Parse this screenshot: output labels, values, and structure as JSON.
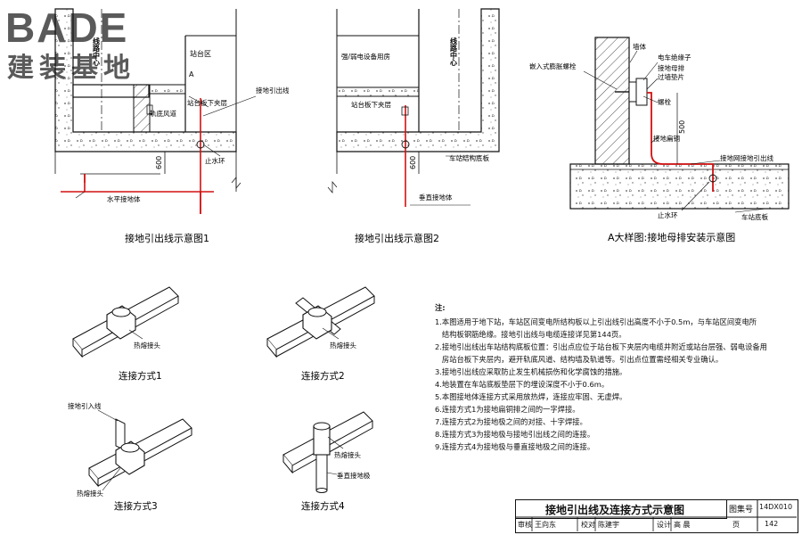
{
  "logo": {
    "main": "BADE",
    "sub": "建装基地"
  },
  "fig1": {
    "title": "接地引出线示意图1",
    "labels": {
      "line_center": "线路中心",
      "platform": "站台区",
      "marker_a": "A",
      "platform_lower": "站台板下夹层",
      "duct": "轨底风道",
      "water_stop": "止水环",
      "ground_lead": "接地引出线",
      "horizontal": "水平接地体",
      "dim": "600"
    }
  },
  "fig2": {
    "title": "接地引出线示意图2",
    "labels": {
      "room": "强/弱电设备用房",
      "line_center": "线路中心",
      "platform_lower": "站台板下夹层",
      "base": "车站结构底板",
      "vertical": "垂直接地体",
      "dim": "600"
    }
  },
  "fig3": {
    "title": "A大样图:接地母排安装示意图",
    "labels": {
      "anchor": "嵌入式膨胀螺栓",
      "wall": "墙体",
      "terminal": "电车绝缘子",
      "bus": "接地母排",
      "pad": "过墙垫片",
      "bolt": "螺栓",
      "cu": "接地扁铜",
      "dim": "500",
      "lead": "接地网接地引出线",
      "ring": "止水环",
      "base": "车站底板"
    }
  },
  "conn": [
    {
      "title": "连接方式1",
      "label": "热熔接头"
    },
    {
      "title": "连接方式2",
      "label": "热熔接头"
    },
    {
      "title": "连接方式3",
      "label": "热熔接头",
      "label2": "接地引入线"
    },
    {
      "title": "连接方式4",
      "label": "热熔接头",
      "label2": "垂直接地极"
    }
  ],
  "notes": {
    "title": "注:",
    "items": [
      "1.本图适用于地下站，车站区间变电所结构板以上引出线引出高度不小于0.5m，与车站区间变电所",
      "   结构板钢筋绝缘。接地引出线与电缆连接详见第144页。",
      "2.接地引出线出车站结构底板位置：引出点应位于站台板下夹层内电缆井附近或站台层强、弱电设备用",
      "   房站台板下夹层内，避开轨底风道、结构墙及轨道等。引出点位置需经相关专业确认。",
      "3.接地引出线应采取防止发生机械损伤和化学腐蚀的措施。",
      "4.地装置在车站底板垫层下的埋设深度不小于0.6m。",
      "5.本图接地体连接方式采用放热焊，连接应牢固、无虚焊。",
      "6.连接方式1为接地扁铜排之间的一字焊接。",
      "7.连接方式2为接地极之间的对接、十字焊接。",
      "8.连接方式3为接地极与接地引出线之间的连接。",
      "9.连接方式4为接地极与垂直接地极之间的连接。"
    ]
  },
  "titleblock": {
    "title": "接地引出线及连接方式示意图",
    "atlas_label": "图集号",
    "atlas_no": "14DX010",
    "review_label": "审核",
    "review_name": "王向东",
    "check_label": "校对",
    "check_name": "陈建宇",
    "design_label": "设计",
    "design_name": "高 晨",
    "page_label": "页",
    "page_no": "142"
  },
  "colors": {
    "lead": "#d21010",
    "line": "#111111",
    "logo": "#5a5a5a"
  }
}
